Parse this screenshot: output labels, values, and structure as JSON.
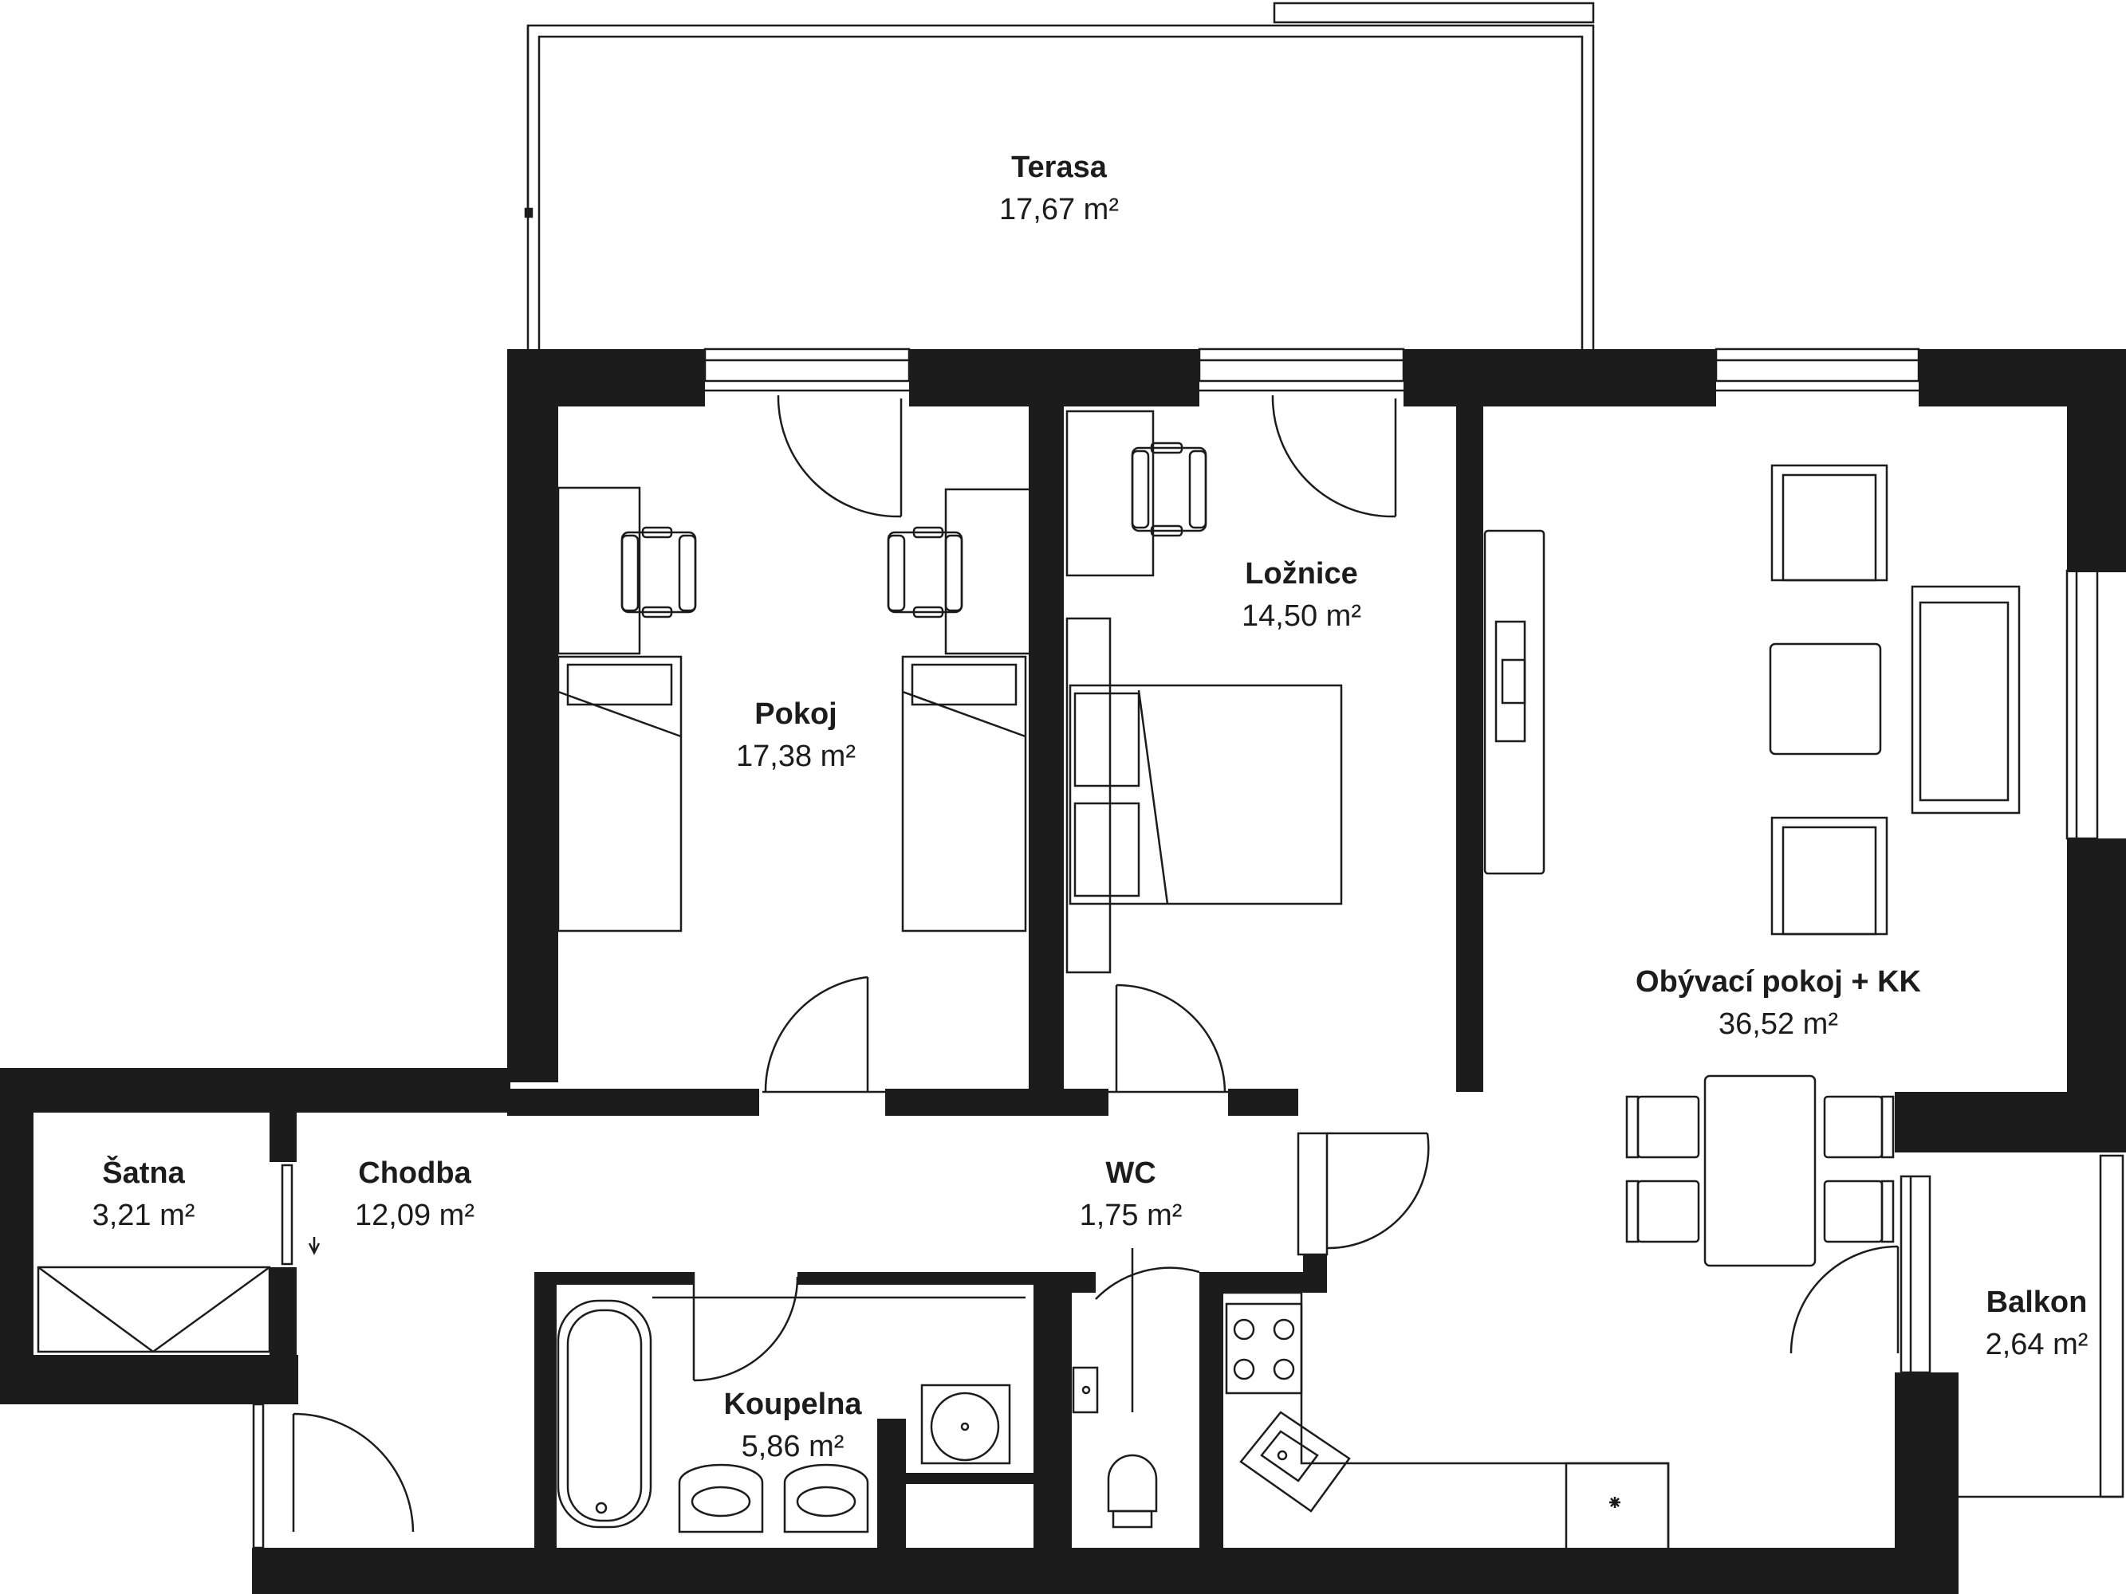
{
  "colors": {
    "wall": "#1c1c1c",
    "line": "#1c1c1c",
    "background": "#ffffff"
  },
  "area_unit": "m²",
  "rooms": {
    "terasa": {
      "name": "Terasa",
      "area": "17,67 m²"
    },
    "pokoj": {
      "name": "Pokoj",
      "area": "17,38 m²"
    },
    "loznice": {
      "name": "Ložnice",
      "area": "14,50 m²"
    },
    "obyvaci": {
      "name": "Obývací pokoj + KK",
      "area": "36,52 m²"
    },
    "satna": {
      "name": "Šatna",
      "area": "3,21 m²"
    },
    "chodba": {
      "name": "Chodba",
      "area": "12,09 m²"
    },
    "wc": {
      "name": "WC",
      "area": "1,75 m²"
    },
    "koupelna": {
      "name": "Koupelna",
      "area": "5,86 m²"
    },
    "balkon": {
      "name": "Balkon",
      "area": "2,64 m²"
    }
  }
}
